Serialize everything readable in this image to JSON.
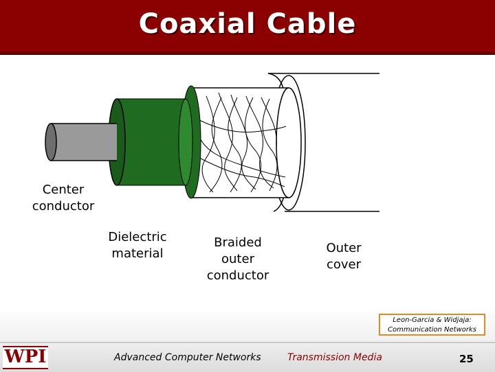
{
  "slide": {
    "title": "Coaxial Cable"
  },
  "labels": {
    "center_conductor": "Center\nconductor",
    "dielectric": "Dielectric\nmaterial",
    "braided": "Braided\nouter\nconductor",
    "outer_cover": "Outer\ncover"
  },
  "citation": {
    "line1": "Leon-Garcia & Widjaja:",
    "line2": "Communication Networks"
  },
  "footer": {
    "logo_text": "WPI",
    "course": "Advanced Computer Networks",
    "topic": "Transmission Media",
    "page": "25"
  },
  "colors": {
    "header": "#8b0000",
    "dielectric": "#1f6b1f",
    "center_conductor": "#9a9a9a",
    "citation_border": "#e08a2a"
  }
}
